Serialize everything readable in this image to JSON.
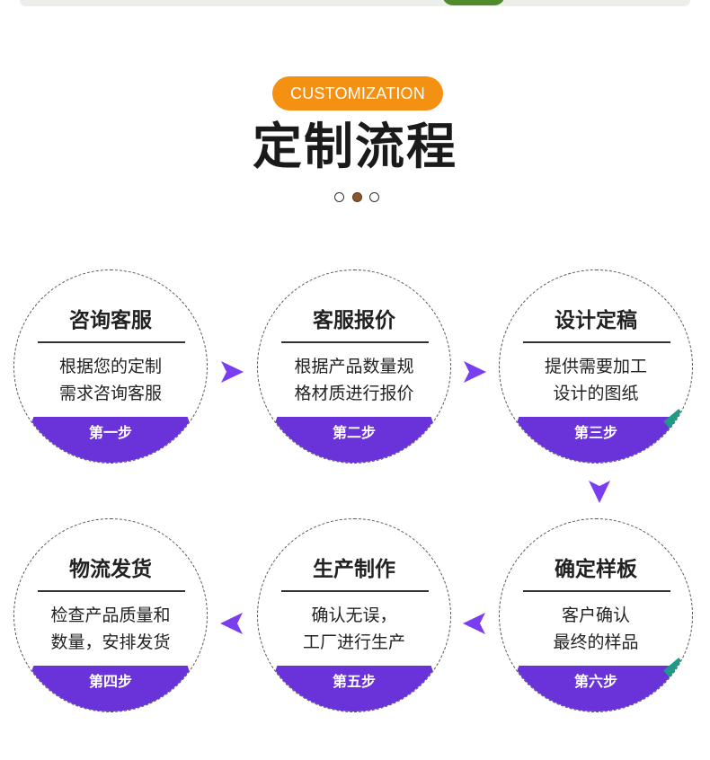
{
  "header": {
    "badge": "CUSTOMIZATION",
    "title": "定制流程"
  },
  "pagination": {
    "active_index": 1,
    "count": 3
  },
  "steps": [
    {
      "title": "咨询客服",
      "desc1": "根据您的定制",
      "desc2": "需求咨询客服",
      "label": "第一步"
    },
    {
      "title": "客服报价",
      "desc1": "根据产品数量规",
      "desc2": "格材质进行报价",
      "label": "第二步"
    },
    {
      "title": "设计定稿",
      "desc1": "提供需要加工",
      "desc2": "设计的图纸",
      "label": "第三步"
    },
    {
      "title": "确定样板",
      "desc1": "客户确认",
      "desc2": "最终的样品",
      "label": "第六步"
    },
    {
      "title": "生产制作",
      "desc1": "确认无误，",
      "desc2": "工厂进行生产",
      "label": "第五步"
    },
    {
      "title": "物流发货",
      "desc1": "检查产品质量和",
      "desc2": "数量，安排发货",
      "label": "第四步"
    }
  ],
  "colors": {
    "accent_orange": "#f49012",
    "step_purple": "#6a33d9",
    "arrow_purple": "#7a3df0"
  },
  "icons": {
    "arrow_right": "triangle-right-icon",
    "arrow_left": "triangle-left-icon",
    "arrow_down": "triangle-down-icon"
  }
}
